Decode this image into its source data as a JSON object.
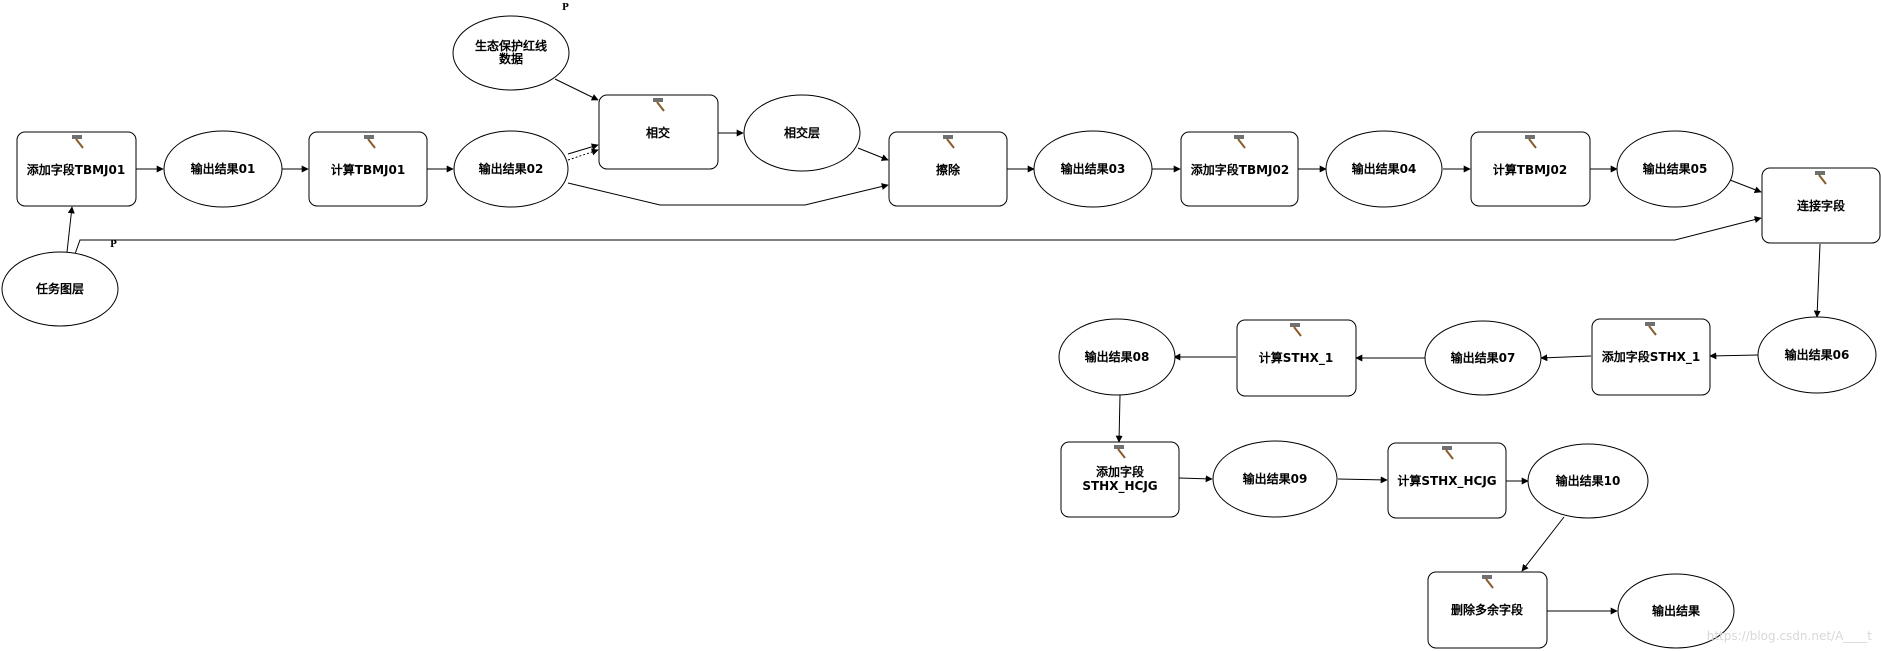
{
  "diagram": {
    "nodes": {
      "n_add_tbmj01": "添加字段TBMJ01",
      "n_out01": "输出结果01",
      "n_calc_tbmj01": "计算TBMJ01",
      "n_out02": "输出结果02",
      "n_eco_line1": "生态保护红线",
      "n_eco_line2": "数据",
      "n_intersect": "相交",
      "n_intersect_layer": "相交层",
      "n_erase": "擦除",
      "n_out03": "输出结果03",
      "n_add_tbmj02": "添加字段TBMJ02",
      "n_out04": "输出结果04",
      "n_calc_tbmj02": "计算TBMJ02",
      "n_out05": "输出结果05",
      "n_join": "连接字段",
      "n_task_layer": "任务图层",
      "n_out06": "输出结果06",
      "n_add_sthx1": "添加字段STHX_1",
      "n_out07": "输出结果07",
      "n_calc_sthx1": "计算STHX_1",
      "n_out08": "输出结果08",
      "n_add_hcjg_line1": "添加字段",
      "n_add_hcjg_line2": "STHX_HCJG",
      "n_out09": "输出结果09",
      "n_calc_hcjg": "计算STHX_HCJG",
      "n_out10": "输出结果10",
      "n_delete": "删除多余字段",
      "n_out_final": "输出结果"
    },
    "param_tag": "P",
    "watermark": "https://blog.csdn.net/A____t"
  }
}
